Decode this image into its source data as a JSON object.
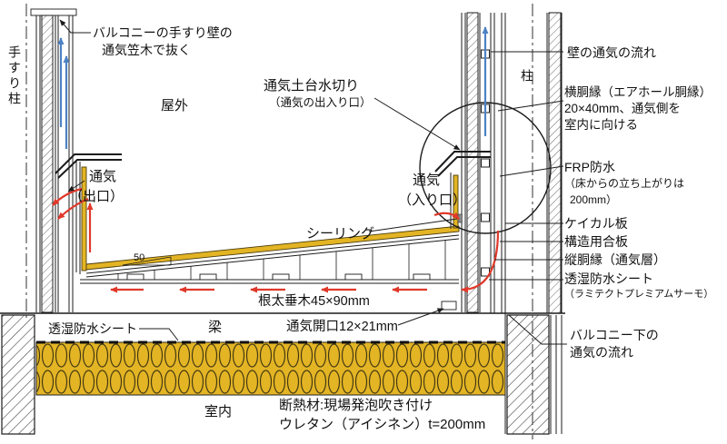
{
  "colors": {
    "line": "#1c1c1c",
    "insulation": "#e3b424",
    "frp": "#e3b424",
    "red_arrow": "#e0392b",
    "blue_arrow": "#4d82c4"
  },
  "labels": {
    "handrail_post": "手すり柱",
    "coping_note": [
      "バルコニーの手すり壁の",
      "通気笠木で抜く"
    ],
    "outdoor": "屋外",
    "base_flashing": [
      "通気土台水切り",
      "（通気の出入り口）"
    ],
    "vent_exit": [
      "通気",
      "（出口）"
    ],
    "vent_inlet": [
      "通気",
      "（入り口）"
    ],
    "sealing": "シーリング",
    "wall_airflow": "壁の通気の流れ",
    "furring_note": [
      "横胴縁（エアホール胴縁）",
      "20×40mm、通気側を",
      "室内に向ける"
    ],
    "frp_note": [
      "FRP防水",
      "（床からの立ち上がりは",
      "200mm）"
    ],
    "keical_board": "ケイカル板",
    "structural_plywood": "構造用合板",
    "vertical_furring": "縦胴縁（通気層）",
    "breathable_sheet_right": [
      "透湿防水シート",
      "（ラミテクトプレミアムサーモ）"
    ],
    "under_balcony_airflow": [
      "バルコニー下の",
      "通気の流れ"
    ],
    "joist": "根太垂木45×90mm",
    "breathable_sheet_left": "透湿防水シート",
    "beam": "梁",
    "vent_opening": "通気開口12×21mm",
    "indoor": "室内",
    "insulation_note": [
      "断熱材:現場発泡吹き付け",
      "ウレタン（アイシネン）t=200mm"
    ],
    "column": "柱",
    "slope_dim": "50"
  }
}
